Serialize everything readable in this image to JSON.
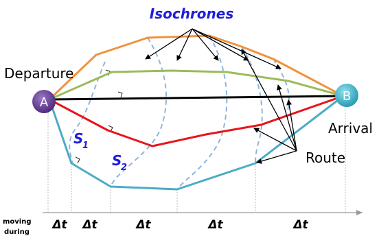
{
  "labels": {
    "isochrones": "Isochrones",
    "departure": "Departure",
    "arrival": "Arrival",
    "route": "Route",
    "node_a": "A",
    "node_b": "B",
    "s1_main": "S",
    "s1_sub": "1",
    "s2_main": "S",
    "s2_sub": "2",
    "moving": "moving",
    "during": "during",
    "dt_symbol": "Δt"
  },
  "colors": {
    "orange_route": "#f0923c",
    "green_route": "#9bbb59",
    "black_route": "#000000",
    "red_route": "#e8141a",
    "blue_route": "#4bacc6",
    "isochrone": "#8fb4de",
    "title_blue": "#1f1fd8",
    "node_a": "#6a3d9a",
    "node_b": "#45b5c8"
  }
}
